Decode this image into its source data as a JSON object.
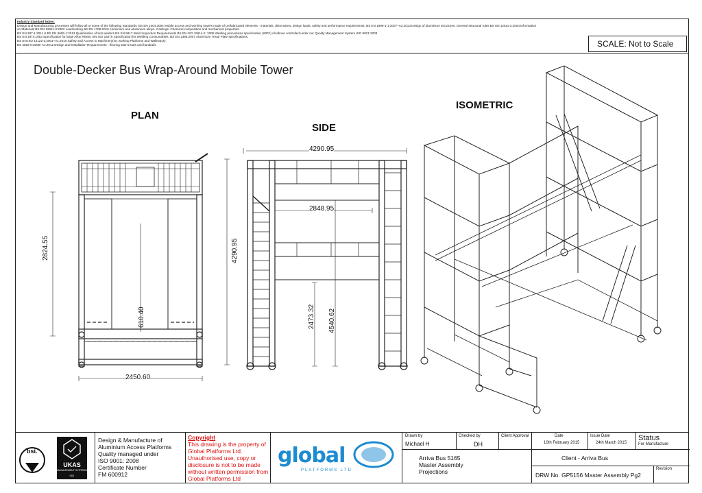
{
  "standards": {
    "header": "Industry Standard Notes:",
    "lines": [
      "Design and Manufacturing processes will follow all or some of the following Standards: BS EN 1004:2004 Mobile access and working towers made of prefabricated elements - materials, dimensions, design loads, safety and performance requirements. BS EN 1999-1-1:2007+A2:2013 Design of aluminium structures. General structural rules BS EN 12811-2:2004 Information",
      "on Materials BS EN 12811-3:2002 Load testing BS EN 1706:2010 Aluminium and aluminium alloys. Castings. Chemical composition and mechanical properties.",
      "BS EN 287-1:2011 & BS EN 9606-1:2013 Qualification of test welders BS EN 5817 Weld Inspection Requirements BS EN ISO 15614-2: 2005 Welding procedures specification (WPS) All above controlled under our Quality Management System ISO 9001:2008",
      "BS EN 1974:1953 Specification for large Alloy Rivets, BN ISO 18275 Specification for Welding Consumables, BS EN 1386:2007 Aluminium Tread Plate specifications,",
      "BS EN ISO 14122-2:2001+A1:2010 Safety and Access to Machinery(inc working Platforms and Walkways)",
      "BS 4592-0:2006+A1:2012 Design and Installation Requirements - flooring stair treads and handrails"
    ]
  },
  "scale": "SCALE: Not to Scale",
  "title": "Double-Decker Bus Wrap-Around Mobile Tower",
  "views": {
    "plan": "PLAN",
    "side": "SIDE",
    "iso": "ISOMETRIC"
  },
  "dims": {
    "plan_height": "2824.55",
    "plan_total_height": "4290.95",
    "plan_inner": "610.40",
    "plan_width": "2450.60",
    "side_width": "4290.95",
    "side_inner_width": "2848.95",
    "side_inner_height": "2473.32",
    "side_height": "4540.62"
  },
  "titleblock": {
    "design_lines": [
      "Design & Manufacture of",
      "Aluminium Access Platforms",
      "Quality managed under",
      "ISO 9001: 2008",
      "Certificate Number",
      "FM 600912"
    ],
    "copyright_head": "Copyright",
    "copyright_lines": [
      "This drawing is the property of",
      "Global Platforms Ltd.",
      "Unauthorised use, copy or",
      "disclosure is not to be made",
      "without written permission from",
      "Global Platforms Ltd"
    ],
    "bsi": "bsi.",
    "ukas": "UKAS",
    "ukas_sub": "MANAGEMENT SYSTEMS",
    "ukas_num": "001",
    "logo": "global",
    "logo_sub": "PLATFORMS LTD",
    "drawn_by_label": "Drawn by",
    "drawn_by": "Michael H",
    "checked_by_label": "Checked by",
    "checked_by": "DH",
    "client_approval_label": "Client Approval",
    "date_label": "Date",
    "date": "10th February 2015",
    "issue_date_label": "Issue Date",
    "issue_date": "24th March 2015",
    "status_label": "Status",
    "status": "For Manufacture",
    "project_lines": [
      "Arriva Bus 5165",
      "Master Assembly",
      "Projections"
    ],
    "client": "Client - Arriva Bus",
    "drw": "DRW No. GP5156 Master Assembly Pg2",
    "revision_label": "Revision"
  }
}
